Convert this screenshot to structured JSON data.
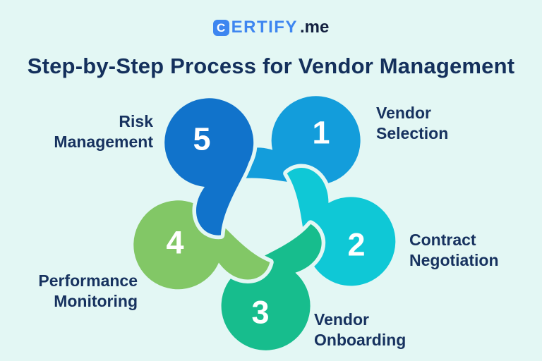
{
  "logo": {
    "letter": "C",
    "brand": "ERTIFY",
    "suffix": ".me"
  },
  "title": "Step-by-Step Process for Vendor Management",
  "steps": [
    {
      "number": "1",
      "line1": "Vendor",
      "line2": "Selection",
      "color": "#139DDB"
    },
    {
      "number": "2",
      "line1": "Contract",
      "line2": "Negotiation",
      "color": "#0FC8D6"
    },
    {
      "number": "3",
      "line1": "Vendor",
      "line2": "Onboarding",
      "color": "#17BD8D"
    },
    {
      "number": "4",
      "line1": "Performance",
      "line2": "Monitoring",
      "color": "#82C766"
    },
    {
      "number": "5",
      "line1": "Risk",
      "line2": "Management",
      "color": "#1173CB"
    }
  ],
  "colors": {
    "background": "#E3F7F4",
    "heading": "#14305C",
    "label_text": "#17325F",
    "number_text": "#FFFFFF",
    "logo_blue": "#3E86F0",
    "logo_dark": "#13203F"
  }
}
